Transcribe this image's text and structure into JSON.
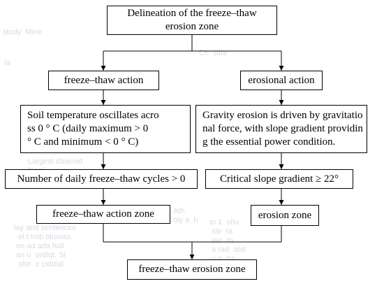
{
  "diagram": {
    "nodes": {
      "root": "Delineation of the freeze–thaw\nerosion zone",
      "freeze_thaw_action": "freeze–thaw action",
      "erosional_action": "erosional action",
      "soil_temperature": "Soil temperature oscillates acro\nss 0 ° C (daily maximum > 0\n° C and minimum < 0 ° C)",
      "gravity_erosion": "Gravity erosion is driven by gravitatio\nnal force, with slope gradient providin\ng the essential power condition.",
      "daily_cycles": "Number of daily freeze–thaw cycles > 0",
      "critical_slope": "Critical slope gradient ≥ 22°",
      "freeze_thaw_action_zone": "freeze–thaw action zone",
      "erosion_zone": "erosion zone",
      "freeze_thaw_erosion_zone": "freeze–thaw erosion zone"
    },
    "edges": [
      [
        "root",
        "freeze_thaw_action"
      ],
      [
        "root",
        "erosional_action"
      ],
      [
        "freeze_thaw_action",
        "soil_temperature"
      ],
      [
        "erosional_action",
        "gravity_erosion"
      ],
      [
        "soil_temperature",
        "daily_cycles"
      ],
      [
        "gravity_erosion",
        "critical_slope"
      ],
      [
        "daily_cycles",
        "freeze_thaw_action_zone"
      ],
      [
        "critical_slope",
        "erosion_zone"
      ],
      [
        "freeze_thaw_action_zone",
        "freeze_thaw_erosion_zone"
      ],
      [
        "erosion_zone",
        "freeze_thaw_erosion_zone"
      ]
    ],
    "colors": {
      "line": "#000000",
      "box_border": "#000000",
      "background": "#ffffff"
    }
  }
}
